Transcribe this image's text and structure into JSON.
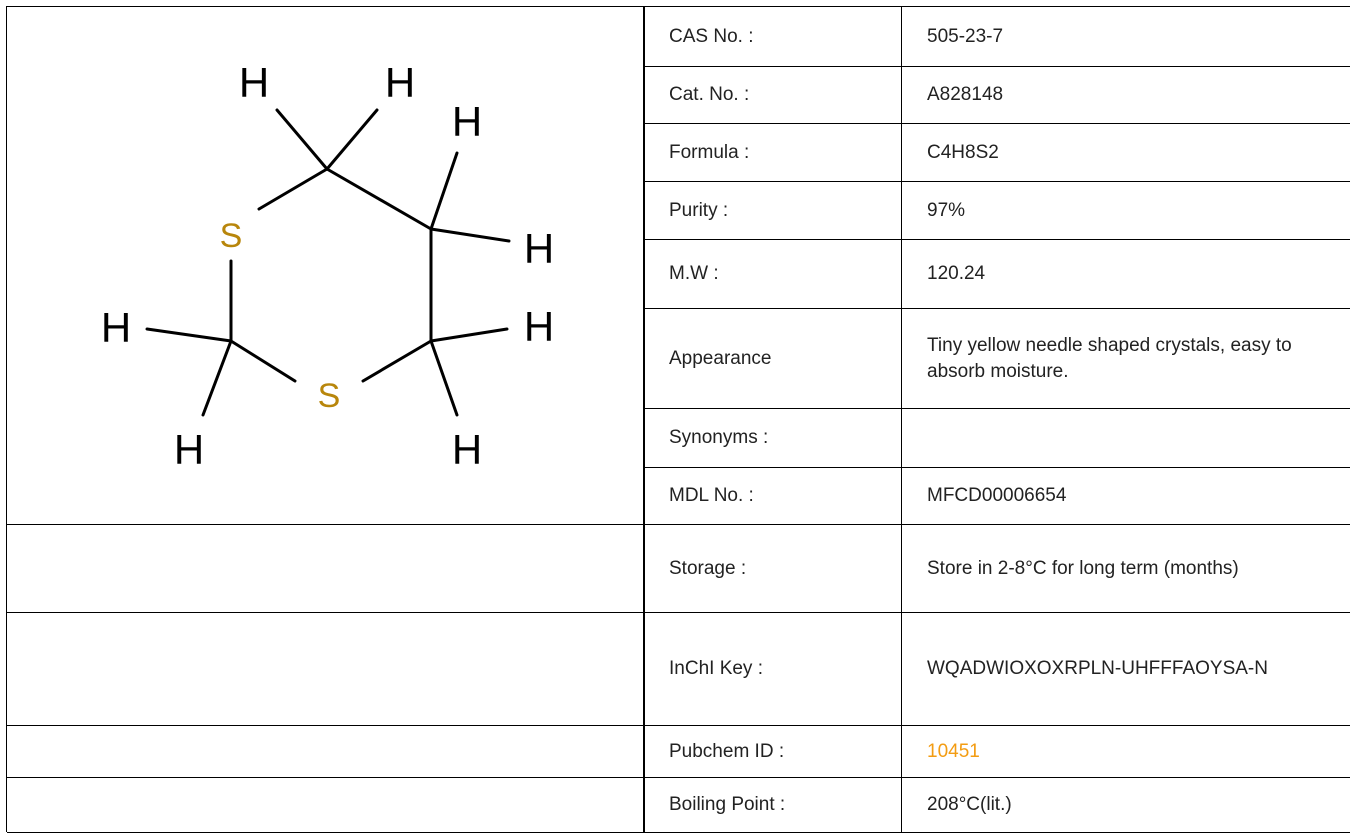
{
  "molecule": {
    "atom_labels": {
      "h_top_left": "H",
      "h_top_mid": "H",
      "h_top_right": "H",
      "h_mid_right": "H",
      "h_left": "H",
      "h_right": "H",
      "h_bottom_left": "H",
      "h_bottom_right": "H",
      "s_left": "S",
      "s_bottom": "S"
    },
    "colors": {
      "sulfur": "#b8860b",
      "bond": "#000000",
      "hydrogen": "#000000"
    }
  },
  "properties": [
    {
      "label": "CAS No. :",
      "value": "505-23-7"
    },
    {
      "label": "Cat. No. :",
      "value": "A828148"
    },
    {
      "label": "Formula :",
      "value": "C4H8S2"
    },
    {
      "label": "Purity :",
      "value": "97%"
    },
    {
      "label": "M.W :",
      "value": "120.24"
    },
    {
      "label": "Appearance",
      "value": "Tiny yellow needle shaped crystals, easy to absorb moisture."
    },
    {
      "label": "Synonyms :",
      "value": ""
    },
    {
      "label": "MDL No. :",
      "value": "MFCD00006654"
    },
    {
      "label": "Storage :",
      "value": "Store in 2-8°C for long term (months)"
    },
    {
      "label": "InChI Key :",
      "value": "WQADWIOXOXRPLN-UHFFFAOYSA-N"
    },
    {
      "label": "Pubchem ID :",
      "value": "10451"
    },
    {
      "label": "Boiling Point :",
      "value": "208°C(lit.)"
    }
  ],
  "colors": {
    "link": "#f39c12",
    "border": "#000000",
    "text": "#222222"
  }
}
